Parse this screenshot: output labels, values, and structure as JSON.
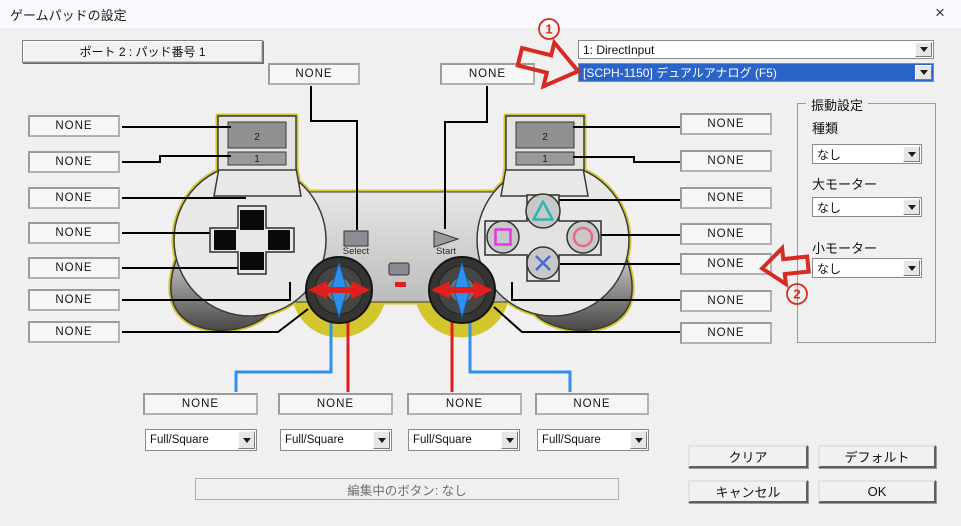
{
  "window": {
    "title": "ゲームパッドの設定",
    "close_glyph": "×"
  },
  "port_button": {
    "label": "ポート 2 : パッド番号 1"
  },
  "device_selectors": {
    "api": "1: DirectInput",
    "pad": "[SCPH-1150] デュアルアナログ (F5)"
  },
  "labels": {
    "none": "NONE"
  },
  "axis_range": {
    "value": "Full/Square"
  },
  "vibration": {
    "group_title": "振動設定",
    "type_label": "種類",
    "type_value": "なし",
    "large_motor_label": "大モーター",
    "large_motor_value": "なし",
    "small_motor_label": "小モーター",
    "small_motor_value": "なし"
  },
  "controller": {
    "shoulder_left_2": "2",
    "shoulder_left_1": "1",
    "shoulder_right_2": "2",
    "shoulder_right_1": "1",
    "select_label": "Select",
    "start_label": "Start"
  },
  "annotations": {
    "step1": "1",
    "step2": "2"
  },
  "actions": {
    "clear": "クリア",
    "default": "デフォルト",
    "cancel": "キャンセル",
    "ok": "OK"
  },
  "status": {
    "text": "編集中のボタン: なし"
  },
  "colors": {
    "selection_blue": "#2a64c8",
    "annotation_red": "#d62b22",
    "stick_blue": "#2e90ee",
    "stick_red": "#e01e1e",
    "controller_outline_yellow": "#d2c52e"
  }
}
